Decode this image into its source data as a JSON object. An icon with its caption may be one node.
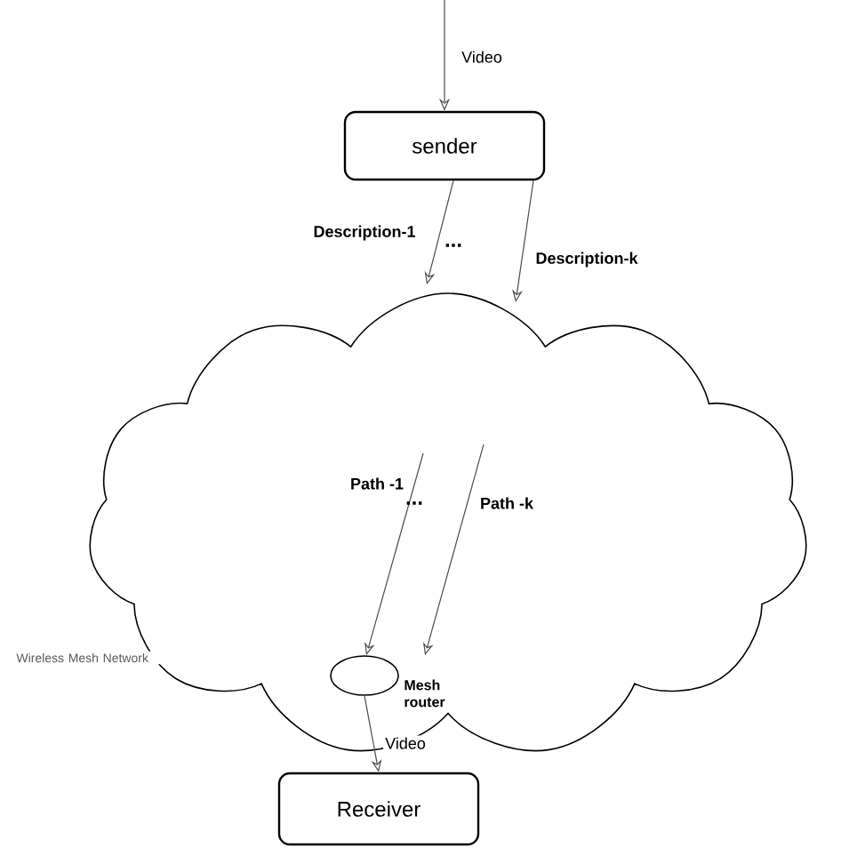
{
  "diagram": {
    "nodes": [
      {
        "text": [
          "sender"
        ]
      },
      {
        "text": [],
        "shape": "cloud",
        "beside": [
          "Wireless Mesh Network"
        ]
      },
      {
        "text": [],
        "shape": "circle",
        "in": 1,
        "beside": [
          "Mesh router"
        ]
      },
      {
        "text": [
          "Receiver"
        ]
      }
    ],
    "edges": [
      {
        "from": null,
        "to": 0,
        "arrow": "to",
        "label": "Video"
      },
      {
        "from": 0,
        "to": 1,
        "arrow": "to",
        "label": "Description-1"
      },
      {
        "from": 0,
        "to": 1,
        "arrow": "to",
        "label": "Description-k"
      },
      {
        "from": null,
        "to": 2,
        "arrow": "to",
        "label": "Path -1"
      },
      {
        "from": null,
        "to": 2,
        "arrow": "to",
        "label": "Path -k"
      },
      {
        "from": 2,
        "to": 3,
        "arrow": "to",
        "label": "Video"
      }
    ],
    "labels": [
      "...",
      "..."
    ]
  }
}
